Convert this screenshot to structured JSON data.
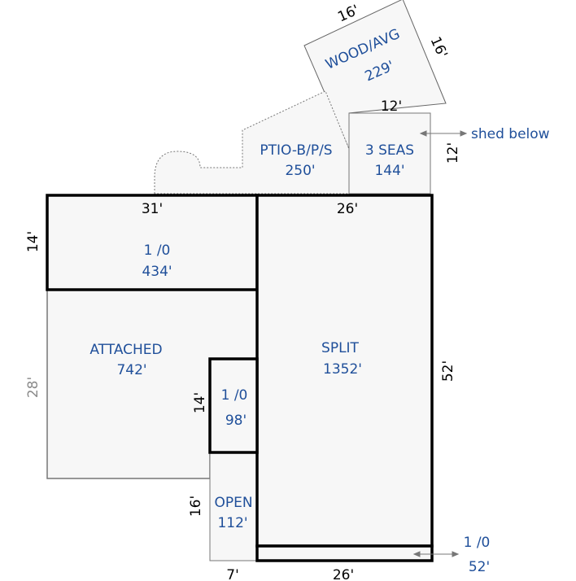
{
  "areas": {
    "wood": {
      "label": "WOOD/AVG",
      "size": "229'"
    },
    "patio": {
      "label": "PTIO-B/P/S",
      "size": "250'"
    },
    "seas": {
      "label": "3 SEAS",
      "size": "144'"
    },
    "top_1_0": {
      "label": "1 /0",
      "size": "434'"
    },
    "attached": {
      "label": "ATTACHED",
      "size": "742'"
    },
    "split": {
      "label": "SPLIT",
      "size": "1352'"
    },
    "inner_1_0": {
      "label": "1 /0",
      "size": "98'"
    },
    "open": {
      "label": "OPEN",
      "size": "112'"
    },
    "bottom_1_0": {
      "label": "1 /0",
      "size": "52'"
    }
  },
  "dimensions": {
    "wood_top": "16'",
    "wood_right": "16'",
    "seas_top": "12'",
    "seas_right": "12'",
    "top_1_0_width": "31'",
    "split_width": "26'",
    "top_1_0_height": "14'",
    "attached_height": "28'",
    "inner_height": "14'",
    "split_height": "52'",
    "open_height": "16'",
    "open_width": "7'",
    "split_bottom_width": "26'"
  },
  "notes": {
    "shed": "shed below"
  },
  "colors": {
    "area_text": "#1f4f9a",
    "fill": "#f7f7f7",
    "thick_line": "#000000",
    "thin_line": "#777777"
  }
}
